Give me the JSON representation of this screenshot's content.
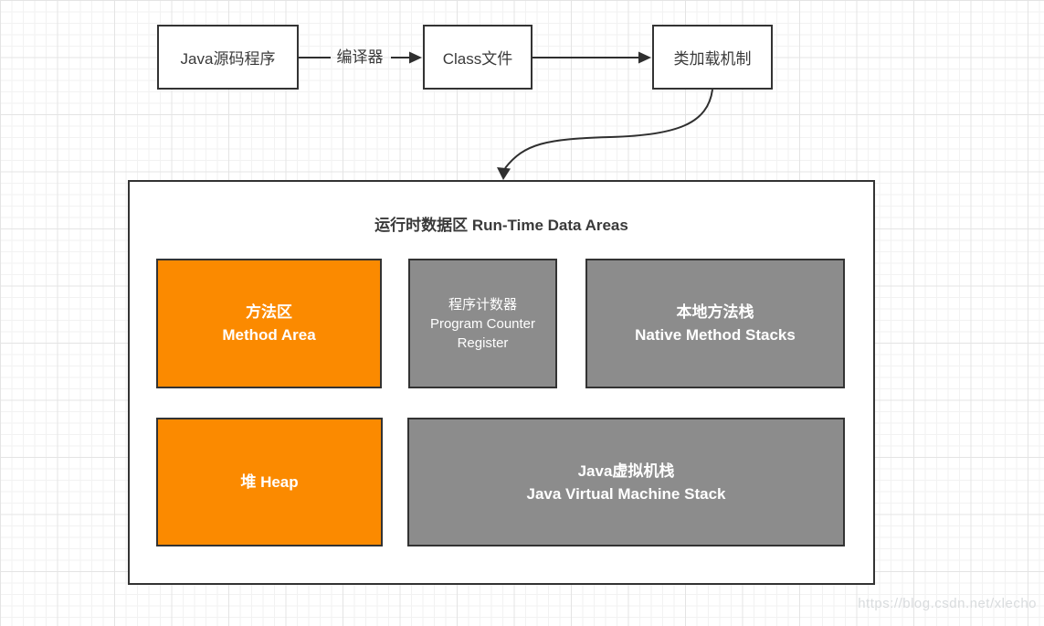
{
  "flow": {
    "nodes": [
      {
        "id": "source",
        "label": "Java源码程序"
      },
      {
        "id": "class_file",
        "label": "Class文件"
      },
      {
        "id": "class_loader",
        "label": "类加载机制"
      }
    ],
    "edge_labels": {
      "compiler": "编译器"
    }
  },
  "runtime": {
    "title": "运行时数据区 Run-Time Data Areas",
    "areas": [
      {
        "id": "method-area",
        "line1": "方法区",
        "line2": "Method Area",
        "fill": "orange"
      },
      {
        "id": "pc-register",
        "line1": "程序计数器",
        "line2": "Program Counter",
        "line3": "Register",
        "fill": "gray"
      },
      {
        "id": "native-method-stacks",
        "line1": "本地方法栈",
        "line2": "Native Method Stacks",
        "fill": "gray"
      },
      {
        "id": "heap",
        "line1": "堆 Heap",
        "fill": "orange"
      },
      {
        "id": "jvm-stack",
        "line1": "Java虚拟机栈",
        "line2": "Java Virtual Machine Stack",
        "fill": "gray"
      }
    ]
  },
  "watermark": "https://blog.csdn.net/xlecho",
  "colors": {
    "orange": "#fb8a00",
    "gray": "#8c8c8c",
    "border": "#333333",
    "line": "#2f2f2f",
    "text_dark": "#3a3a3a",
    "text_light": "#ffffff",
    "grid_minor": "#f2f2f2",
    "grid_major": "#e4e4e4",
    "watermark_color": "#d9dcde"
  }
}
